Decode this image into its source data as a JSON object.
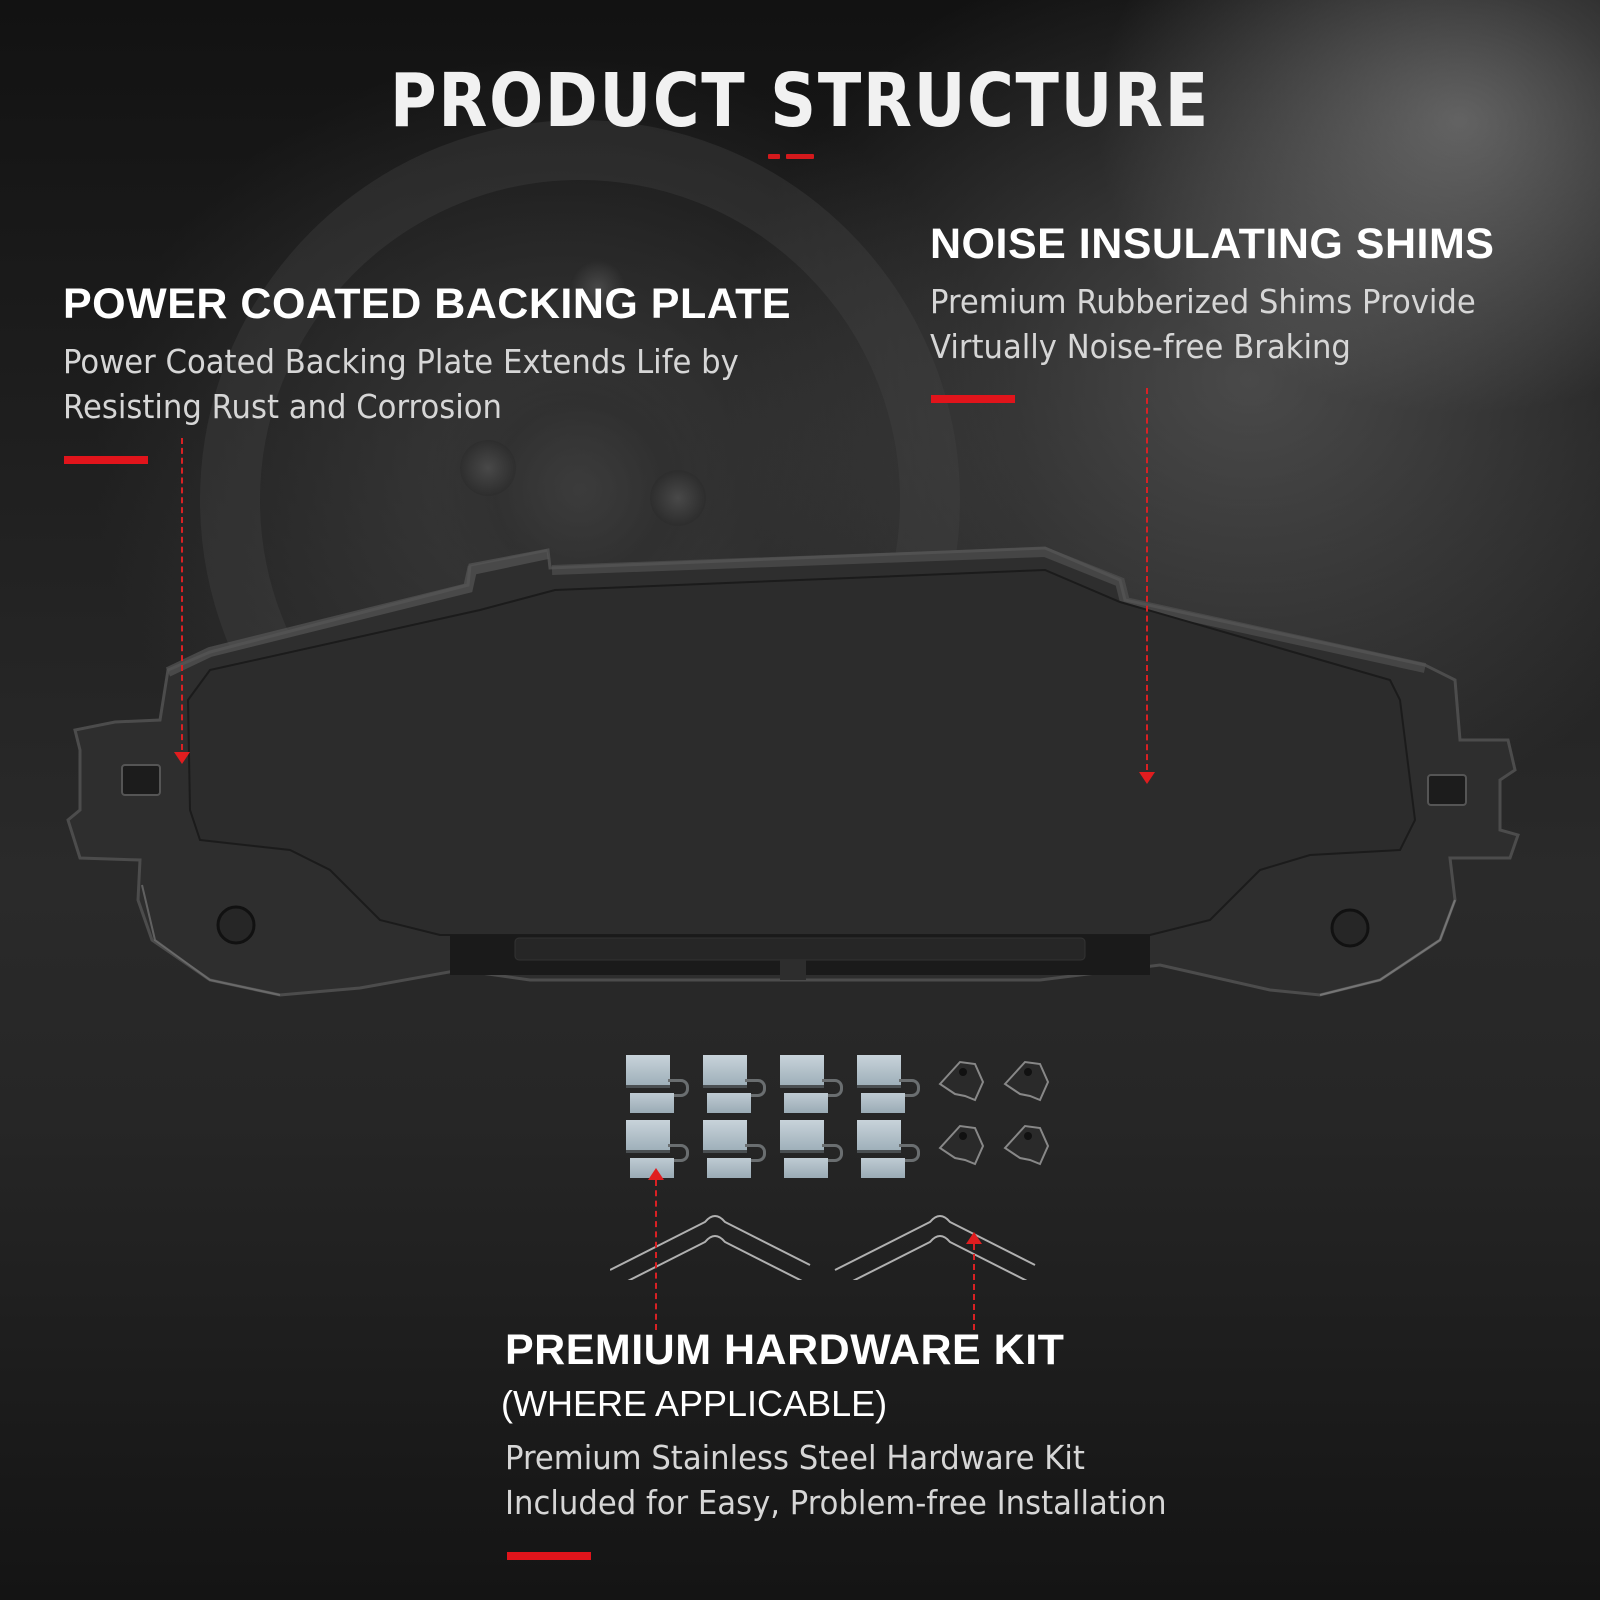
{
  "page": {
    "title": "PRODUCT STRUCTURE",
    "accent_color": "#e1141b",
    "background_color": "#1c1c1c"
  },
  "features": {
    "backing_plate": {
      "heading": "POWER COATED BACKING PLATE",
      "line1": "Power Coated Backing Plate Extends Life by",
      "line2": "Resisting Rust and Corrosion"
    },
    "shims": {
      "heading": "NOISE INSULATING SHIMS",
      "line1": "Premium Rubberized Shims Provide",
      "line2": "Virtually Noise-free Braking"
    },
    "hardware_kit": {
      "heading": "PREMIUM HARDWARE KIT",
      "subheading": "(WHERE APPLICABLE)",
      "line1": "Premium Stainless Steel Hardware Kit",
      "line2": "Included for Easy, Problem-free Installation"
    }
  },
  "product": {
    "image": "brake-pad-backing-plate",
    "hardware_items": {
      "abutment_clips": 8,
      "spring_clips": 4,
      "wire_springs": 2
    }
  }
}
